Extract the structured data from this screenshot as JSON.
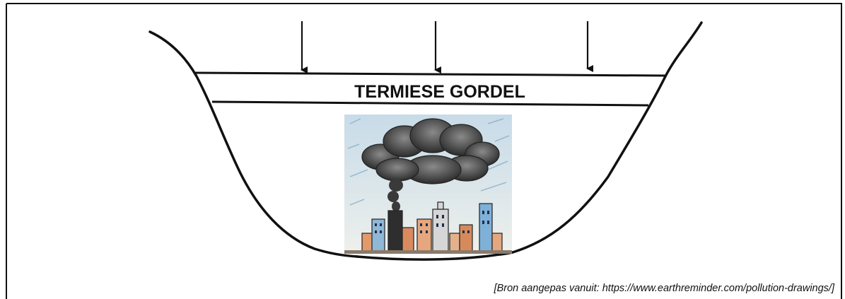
{
  "diagram": {
    "belt_label": "TERMIESE GORDEL",
    "source": "[Bron aangepas vanuit: https://www.earthreminder.com/pollution-drawings/]",
    "illustration": "polluted-city-smog-drawing",
    "colors": {
      "ink": "#111111",
      "sky": "#a9cbe0",
      "smoke": "#4a4a4a"
    }
  }
}
